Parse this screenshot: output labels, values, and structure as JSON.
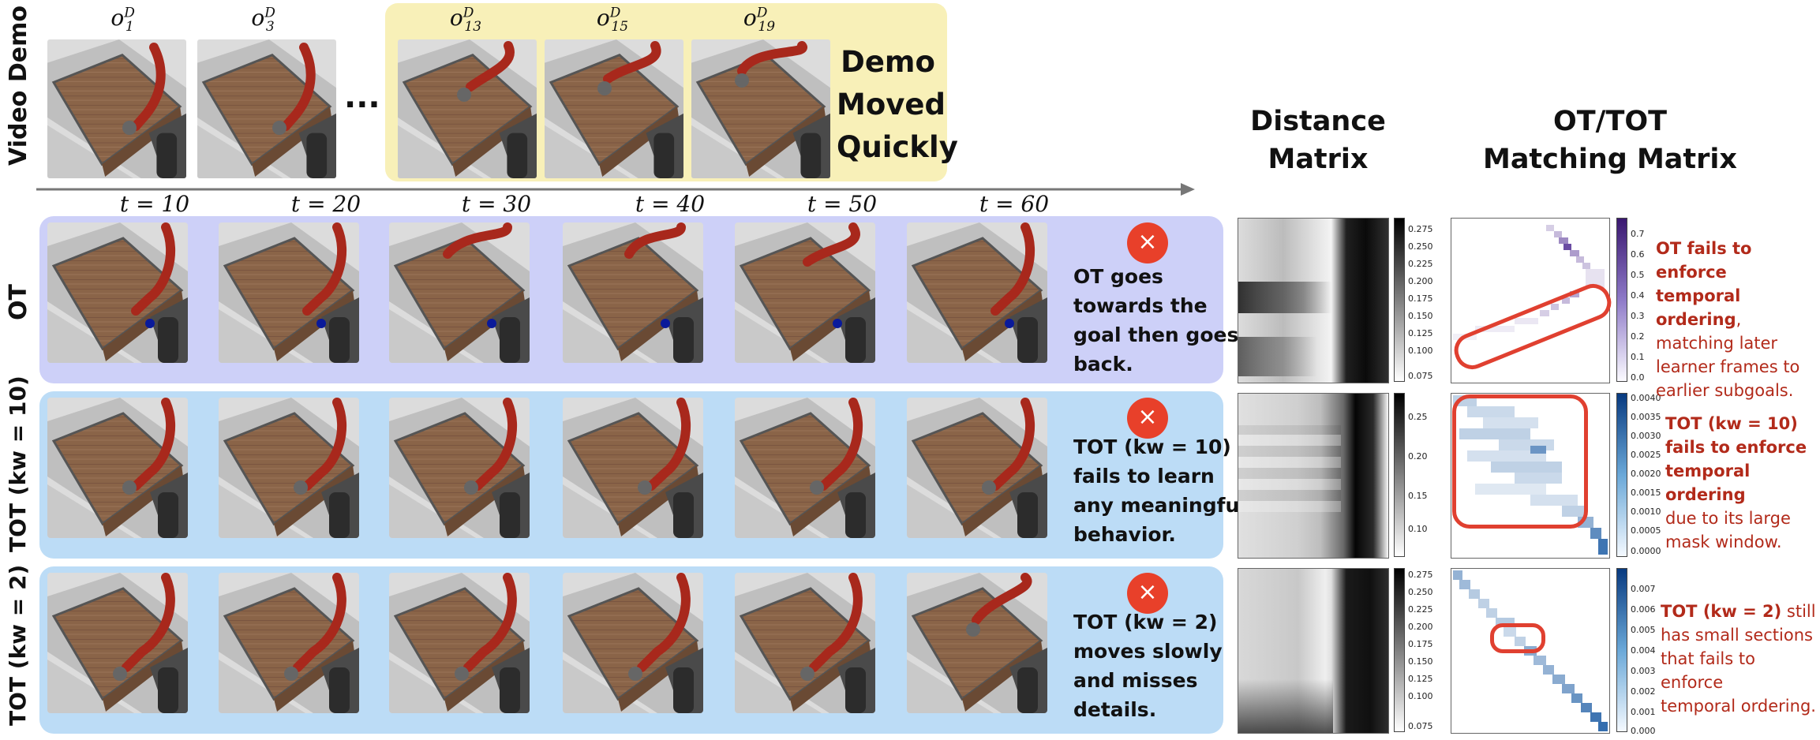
{
  "demo": {
    "row_label": "Video Demo",
    "frames": [
      {
        "label": "o",
        "sup": "D",
        "sub": "1"
      },
      {
        "label": "o",
        "sup": "D",
        "sub": "3"
      },
      {
        "label": "o",
        "sup": "D",
        "sub": "13"
      },
      {
        "label": "o",
        "sup": "D",
        "sub": "15"
      },
      {
        "label": "o",
        "sup": "D",
        "sub": "19"
      }
    ],
    "ellipsis": "...",
    "highlight_text": [
      "Demo",
      "Moved",
      "Quickly"
    ],
    "highlight_color": "#f8f0b8"
  },
  "timeline": [
    "t = 10",
    "t = 20",
    "t = 30",
    "t = 40",
    "t = 50",
    "t = 60"
  ],
  "rows": [
    {
      "label": "OT",
      "desc": [
        "OT goes",
        "towards the",
        "goal then goes",
        "back."
      ],
      "panel_color": "#cdd0f8",
      "badge": "×"
    },
    {
      "label": "TOT (kw = 10)",
      "desc": [
        "TOT (kw = 10)",
        "fails to learn",
        "any meaningful",
        "behavior."
      ],
      "panel_color": "#bcdcf6",
      "badge": "×"
    },
    {
      "label": "TOT (kw = 2)",
      "desc": [
        "TOT (kw = 2)",
        "moves slowly",
        "and misses",
        "details."
      ],
      "panel_color": "#bcdcf6",
      "badge": "×"
    }
  ],
  "headers": {
    "distance": [
      "Distance",
      "Matrix"
    ],
    "matching": [
      "OT/TOT",
      "Matching Matrix"
    ]
  },
  "distance_colorbars": [
    [
      "0.275",
      "0.250",
      "0.225",
      "0.200",
      "0.175",
      "0.150",
      "0.125",
      "0.100",
      "0.075"
    ],
    [
      "0.25",
      "0.20",
      "0.15",
      "0.10"
    ],
    [
      "0.275",
      "0.250",
      "0.225",
      "0.200",
      "0.175",
      "0.150",
      "0.125",
      "0.100",
      "0.075"
    ]
  ],
  "matching_colorbars": [
    [
      "0.7",
      "0.6",
      "0.5",
      "0.4",
      "0.3",
      "0.2",
      "0.1",
      "0.0"
    ],
    [
      "0.0040",
      "0.0035",
      "0.0030",
      "0.0025",
      "0.0020",
      "0.0015",
      "0.0010",
      "0.0005",
      "0.0000"
    ],
    [
      "0.007",
      "0.006",
      "0.005",
      "0.004",
      "0.003",
      "0.002",
      "0.001",
      "0.000"
    ]
  ],
  "captions": [
    {
      "bold": [
        "OT fails to enforce",
        "temporal ordering"
      ],
      "rest": [
        ",",
        "matching later",
        "learner frames to",
        "earlier subgoals."
      ]
    },
    {
      "bold": [
        "TOT (kw = 10)",
        "fails to enforce",
        "temporal ordering"
      ],
      "rest": [
        "due to its large",
        "mask window."
      ]
    },
    {
      "bold": [
        "TOT (kw = 2)"
      ],
      "rest": [
        " still",
        "has small sections",
        "that fails to enforce",
        "temporal ordering."
      ]
    }
  ],
  "colors": {
    "accent_red": "#e04030",
    "caption_red": "#b22a1a",
    "purple": "#5b3a99",
    "blue": "#2a66aa"
  }
}
